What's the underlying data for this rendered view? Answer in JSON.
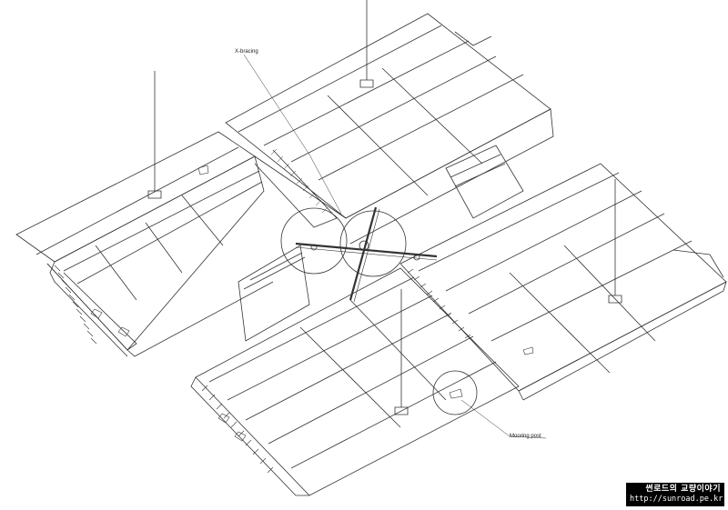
{
  "callouts": {
    "x_bracing": "X-bracing",
    "mooring_post": "Mooring post"
  },
  "watermark": {
    "line1": "썬로드의 교량이야기",
    "line2": "http://sunroad.pe.kr"
  },
  "colors": {
    "line": "#333333",
    "background": "#ffffff",
    "watermark_bg": "#000000",
    "watermark_text": "#ffffff"
  }
}
